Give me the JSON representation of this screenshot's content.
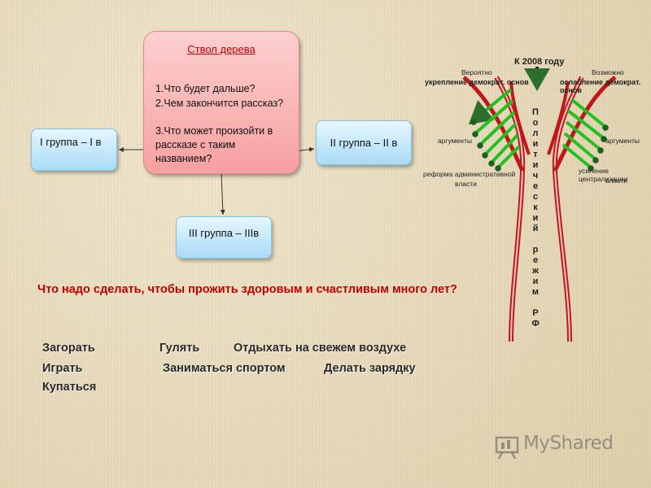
{
  "diagram": {
    "trunk": {
      "title": "Ствол дерева",
      "q1": "1.Что будет дальше?",
      "q2": "2.Чем закончится рассказ?",
      "q3": "3.Что может произойти в рассказе с таким названием?"
    },
    "group1": "I группа – I в",
    "group2": "II группа – II в",
    "group3": "III группа – IIIв"
  },
  "question": "Что надо сделать, чтобы прожить здоровым и счастливым много лет?",
  "answers": {
    "a1": "Загорать",
    "a2": "Гулять",
    "a3": "Отдыхать на свежем воздухе",
    "a4": "Играть",
    "a5": "Заниматься спортом",
    "a6": "Делать зарядку",
    "a7": "Купаться"
  },
  "tree": {
    "top_label": "К 2008 году",
    "left_probable": "Вероятно",
    "left_strengthening": "укрепление демократ. основ",
    "right_possible": "Возможно",
    "right_weakening": "ослабление демократ. основ",
    "left_arguments": "аргументы",
    "right_arguments": "аргументы",
    "left_reform_1": "реформа административной",
    "left_reform_2": "власти",
    "right_central_1": "усиление централизации",
    "right_central_2": "власти",
    "vertical_text": "Политический режим РФ"
  },
  "watermark": "MyShared",
  "colors": {
    "trunk_red": "#c00000",
    "box_pink": "#f6a0a0",
    "box_blue": "#a9dbf7",
    "arrow_green": "#22c020"
  }
}
